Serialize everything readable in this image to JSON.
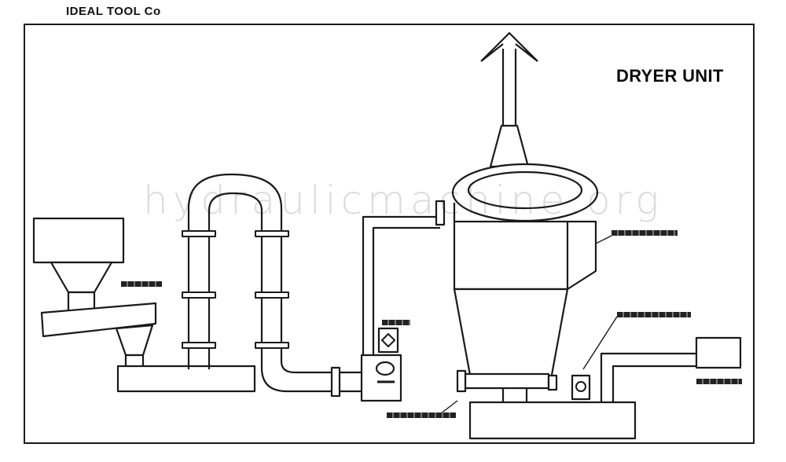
{
  "header": {
    "title": "IDEAL TOOL Co"
  },
  "diagram": {
    "unit_title": "DRYER UNIT",
    "watermark": "hydraulicmachine.org"
  },
  "colors": {
    "line": "#1a1a1a",
    "paper": "#ffffff",
    "watermark": "#00000024"
  }
}
